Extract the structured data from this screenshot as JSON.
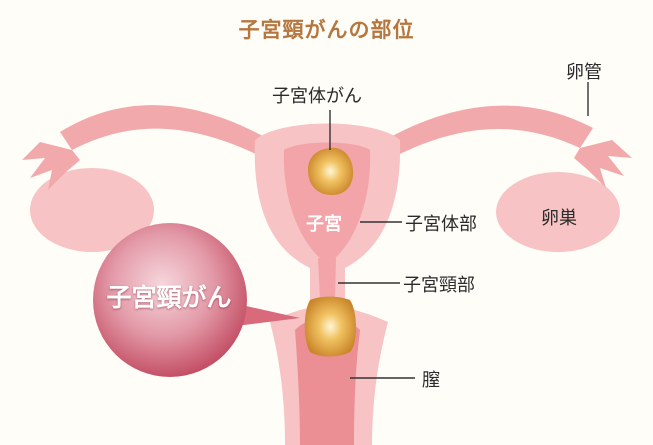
{
  "title": "子宮頸がんの部位",
  "labels": {
    "corpus_cancer": "子宮体がん",
    "fallopian_tube": "卵管",
    "uterus": "子宮",
    "uterine_body": "子宮体部",
    "ovary": "卵巣",
    "cervix": "子宮頸部",
    "cervical_cancer": "子宮頸がん",
    "vagina": "膣"
  },
  "colors": {
    "title": "#b5773f",
    "uterus_light": "#f7c6c6",
    "uterus_mid": "#f2a4a8",
    "uterus_dark": "#e98a90",
    "tumor": "#e8a640",
    "bubble": "#c45066"
  }
}
